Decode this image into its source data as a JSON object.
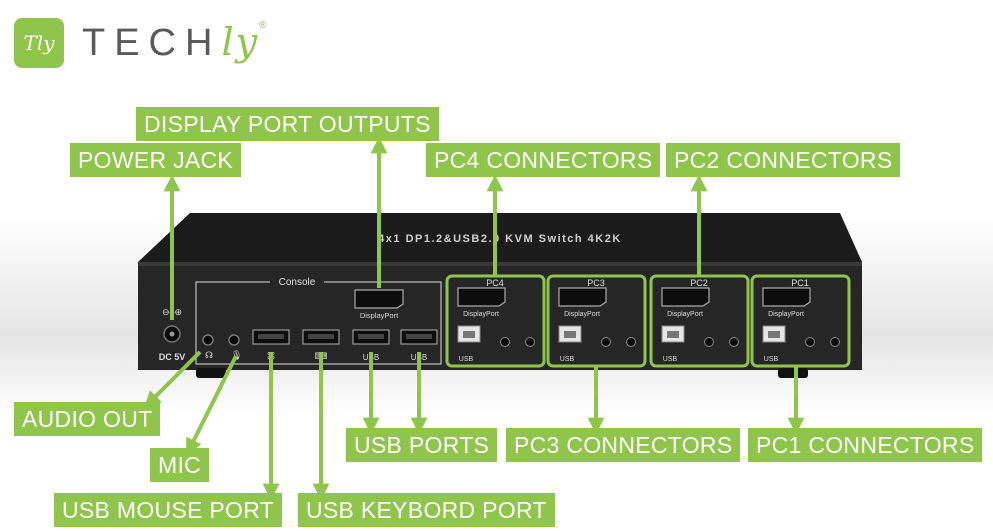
{
  "brand": {
    "monogram": "Tly",
    "name_main": "TECH",
    "name_accent": "ly",
    "registered": "®"
  },
  "device": {
    "top_label": "4x1 DP1.2&USB2.0 KVM Switch 4K2K",
    "console_label": "Console",
    "dc_label": "DC 5V",
    "displayport_label": "DisplayPort",
    "usb_label": "USB",
    "pc_labels": [
      "PC4",
      "PC3",
      "PC2",
      "PC1"
    ]
  },
  "callouts": {
    "display_port_outputs": "DISPLAY PORT OUTPUTS",
    "power_jack": "POWER JACK",
    "pc4_connectors": "PC4 CONNECTORS",
    "pc2_connectors": "PC2 CONNECTORS",
    "audio_out": "AUDIO OUT",
    "mic": "MIC",
    "usb_mouse_port": "USB MOUSE PORT",
    "usb_keyboard_port": "USB KEYBORD PORT",
    "usb_ports": "USB PORTS",
    "pc3_connectors": "PC3 CONNECTORS",
    "pc1_connectors": "PC1 CONNECTORS"
  },
  "colors": {
    "accent": "#8fc54a",
    "device_body": "#2b2b2b",
    "label_text": "#ffffff"
  }
}
